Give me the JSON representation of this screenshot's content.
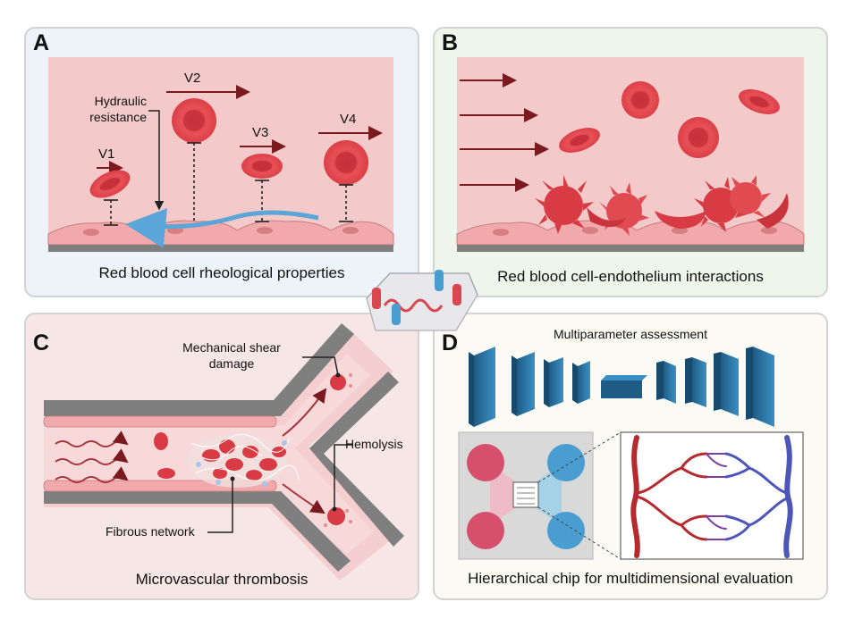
{
  "panels": {
    "a": {
      "letter": "A",
      "caption": "Red blood cell rheological properties",
      "velocities": [
        "V1",
        "V2",
        "V3",
        "V4"
      ],
      "annotation": "Hydraulic\nresistance"
    },
    "b": {
      "letter": "B",
      "caption": "Red blood cell-endothelium interactions"
    },
    "c": {
      "letter": "C",
      "caption": "Microvascular thrombosis",
      "labels": {
        "shear": "Mechanical shear\ndamage",
        "hemolysis": "Hemolysis",
        "fibrous": "Fibrous network"
      }
    },
    "d": {
      "letter": "D",
      "caption": "Hierarchical chip for multidimensional evaluation",
      "assessment": "Multiparameter assessment"
    }
  },
  "colors": {
    "vessel_bg": "#f4c9c9",
    "endothelium": "#f2a9ab",
    "rbc": "#e8484e",
    "rbc_dark": "#c22f37",
    "arrow": "#7a1a1f",
    "flow_arrow": "#5aa6d8",
    "wall": "#7f7f7f",
    "block": "#2d6f98",
    "artery": "#b52a2f",
    "vein": "#4d56b8"
  }
}
